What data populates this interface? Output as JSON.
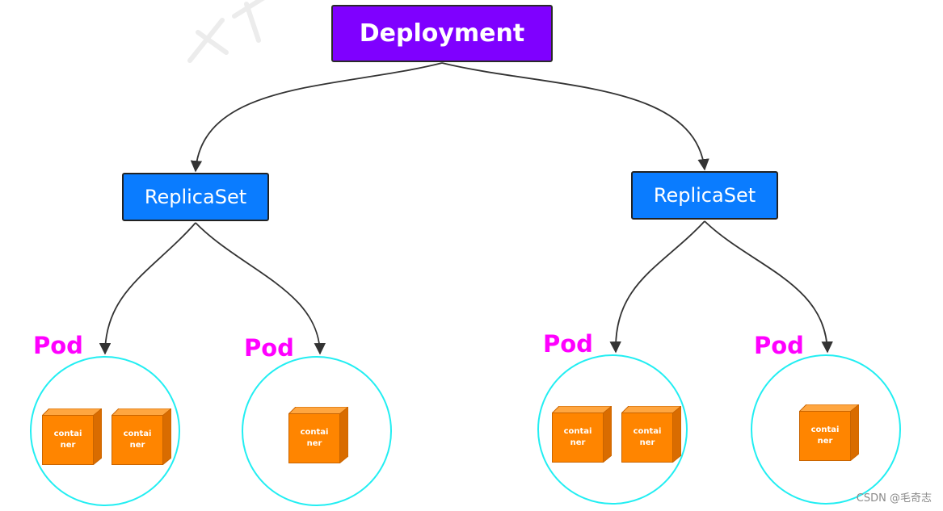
{
  "diagram": {
    "root": {
      "label": "Deployment",
      "color": "#7f00ff"
    },
    "replicasets": [
      {
        "label": "ReplicaSet",
        "color": "#0a7cff"
      },
      {
        "label": "ReplicaSet",
        "color": "#0a7cff"
      }
    ],
    "pods": [
      {
        "label": "Pod",
        "containers": [
          "container",
          "container"
        ]
      },
      {
        "label": "Pod",
        "containers": [
          "container"
        ]
      },
      {
        "label": "Pod",
        "containers": [
          "container",
          "container"
        ]
      },
      {
        "label": "Pod",
        "containers": [
          "container"
        ]
      }
    ],
    "pod_label_color": "#ff00ff",
    "pod_circle_color": "#22eef2",
    "container_color": "#ff8500",
    "edge_color": "#333333"
  },
  "footer": {
    "text": "CSDN @毛奇志"
  }
}
